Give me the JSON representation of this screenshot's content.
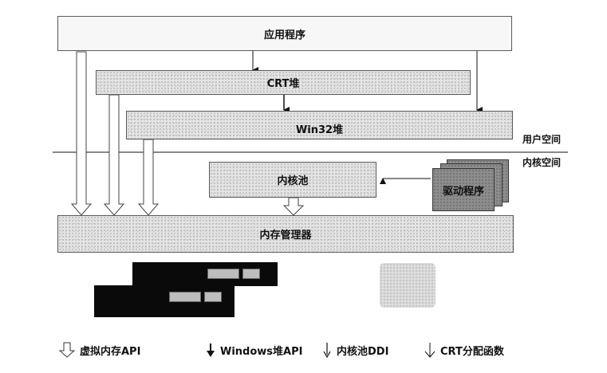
{
  "boxes": {
    "app": "应用程序",
    "crt": "CRT堆",
    "win32": "Win32堆",
    "kernel_pool": "内核池",
    "driver": "驱动程序",
    "memory_manager": "内存管理器"
  },
  "regions": {
    "user_space": "用户空间",
    "kernel_space": "内核空间"
  },
  "legend": {
    "virtual_memory_api": "虚拟内存API",
    "windows_heap_api": "Windows堆API",
    "kernel_pool_ddi": "内核池DDI",
    "crt_alloc": "CRT分配函数"
  },
  "colors": {
    "border": "#5a5a5a",
    "speckle_fill": "#e4e4e4",
    "driver_fill": "#8c8c8c"
  }
}
